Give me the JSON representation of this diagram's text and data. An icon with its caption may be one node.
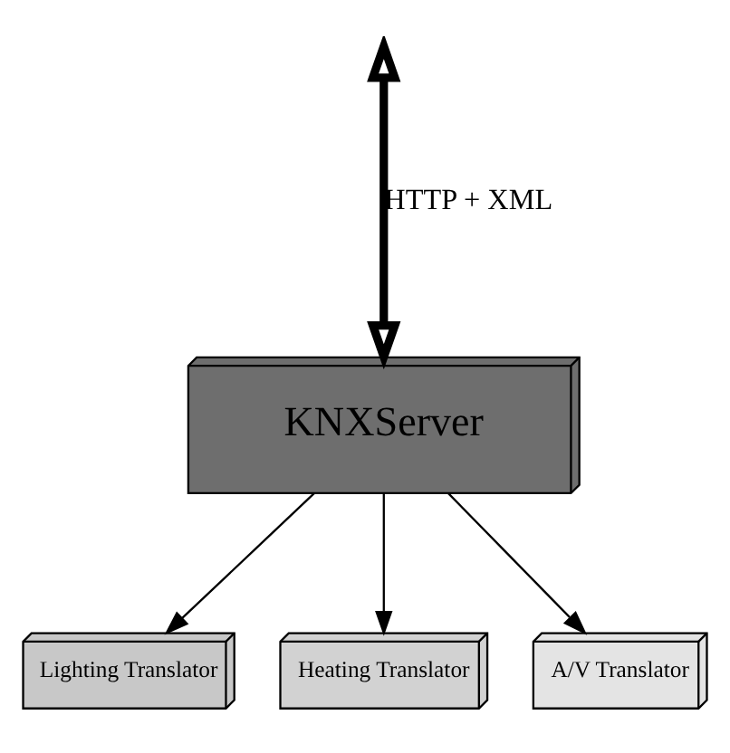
{
  "diagram": {
    "nodes": [
      {
        "text": [
          "KNXServer"
        ]
      },
      {
        "text": [
          "Lighting Translator"
        ]
      },
      {
        "text": [
          "Heating Translator"
        ]
      },
      {
        "text": [
          "A/V Translator"
        ]
      }
    ],
    "edges": [
      {
        "from": null,
        "to": 0,
        "arrow": "both",
        "label": "HTTP + XML",
        "style": "thick"
      },
      {
        "from": 0,
        "to": 1,
        "arrow": "to"
      },
      {
        "from": 0,
        "to": 2,
        "arrow": "to"
      },
      {
        "from": 0,
        "to": 3,
        "arrow": "to"
      }
    ]
  }
}
